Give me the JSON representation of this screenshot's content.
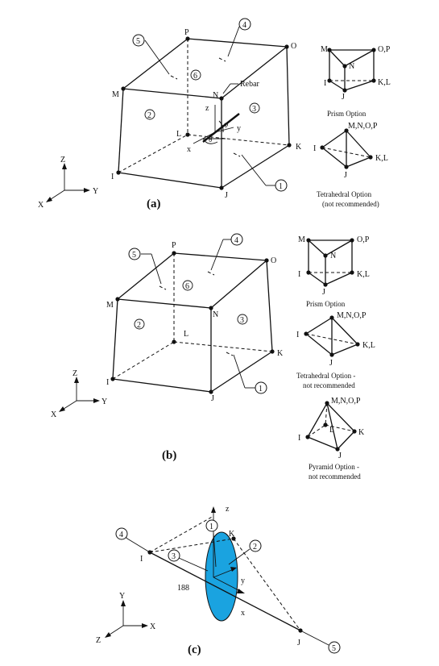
{
  "panels": {
    "a": {
      "caption": "(a)",
      "nodes": {
        "P": "P",
        "O": "O",
        "M": "M",
        "N": "N",
        "L": "L",
        "K": "K",
        "I": "I",
        "J": "J"
      },
      "faces": [
        "5",
        "4",
        "6",
        "2",
        "3",
        "1"
      ],
      "rebar_label": "Rebar",
      "local_axes": {
        "z": "z",
        "y": "y",
        "x": "x",
        "theta": "θ",
        "phi": "φ"
      },
      "prism": {
        "M": "M",
        "OP": "O,P",
        "N": "N",
        "I": "I",
        "KL": "K,L",
        "J": "J",
        "caption": "Prism Option"
      },
      "tetra": {
        "MNOP": "M,N,O,P",
        "I": "I",
        "KL": "K,L",
        "J": "J",
        "caption_line1": "Tetrahedral Option",
        "caption_line2": "(not recommended)"
      }
    },
    "b": {
      "caption": "(b)",
      "nodes": {
        "P": "P",
        "O": "O",
        "M": "M",
        "N": "N",
        "L": "L",
        "K": "K",
        "I": "I",
        "J": "J"
      },
      "faces": [
        "5",
        "4",
        "6",
        "2",
        "3",
        "1"
      ],
      "prism": {
        "M": "M",
        "OP": "O,P",
        "N": "N",
        "I": "I",
        "KL": "K,L",
        "J": "J",
        "caption": "Prism Option"
      },
      "tetra": {
        "MNOP": "M,N,O,P",
        "I": "I",
        "KL": "K,L",
        "J": "J",
        "caption_line1": "Tetrahedral Option -",
        "caption_line2": "not recommended"
      },
      "pyramid": {
        "MNOP": "M,N,O,P",
        "I": "I",
        "L": "L",
        "K": "K",
        "J": "J",
        "caption_line1": "Pyramid Option -",
        "caption_line2": "not recommended"
      }
    },
    "c": {
      "caption": "(c)",
      "nodes": {
        "I": "I",
        "J": "J",
        "K": "K"
      },
      "faces": [
        "4",
        "1",
        "2",
        "3",
        "5"
      ],
      "element_number": "188",
      "local_axes": {
        "z": "z",
        "y": "y",
        "x": "x"
      },
      "ellipse_color": "#1aa3e0"
    }
  },
  "global_axes": {
    "Z": "Z",
    "X": "X",
    "Y": "Y"
  }
}
